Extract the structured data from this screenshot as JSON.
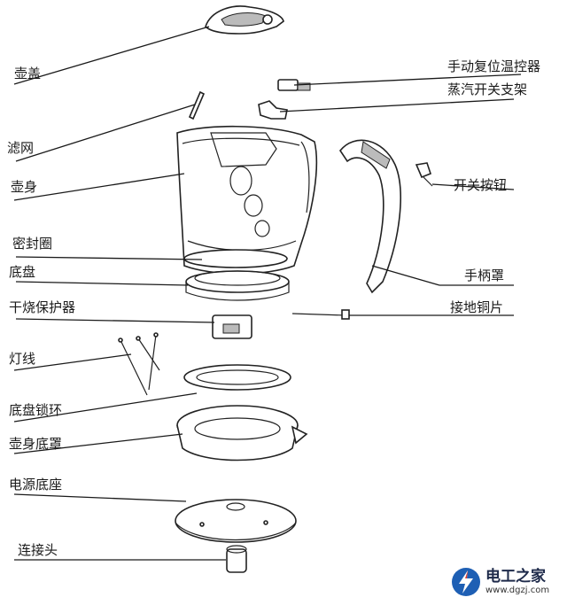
{
  "labels": {
    "lid": "壶盖",
    "manual_reset_thermostat": "手动复位温控器",
    "steam_switch_bracket": "蒸汽开关支架",
    "filter": "滤网",
    "body": "壶身",
    "switch_button": "开关按钮",
    "seal_ring": "密封圈",
    "base_plate": "底盘",
    "handle_cover": "手柄罩",
    "dry_boil_protector": "干烧保护器",
    "ground_copper_strip": "接地铜片",
    "lamp_wire": "灯线",
    "base_lock_ring": "底盘锁环",
    "body_base_cover": "壶身底罩",
    "power_base": "电源底座",
    "connector": "连接头"
  },
  "watermark": {
    "name": "电工之家",
    "url": "www.dgzj.com",
    "brand_color": "#1e5fb4",
    "accent_color": "#e03a2f"
  }
}
